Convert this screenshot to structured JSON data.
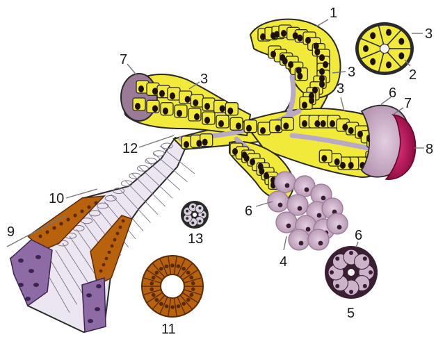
{
  "colors": {
    "serous": "#f2ea3a",
    "serous_dark": "#b8a800",
    "outline": "#2a2a2a",
    "nucleus": "#1c1010",
    "mucous": "#cdb3c9",
    "mucous_nucleus": "#3a1f33",
    "myoepi": "#9a7a96",
    "duct_light": "#ddd6e6",
    "duct_line": "#7a6f8a",
    "striated": "#b8620e",
    "striated_dark": "#5a2a04",
    "lumen_pale": "#f7f3f7",
    "stratified": "#8f6ba6",
    "crimson": "#c4145a"
  },
  "labels": [
    {
      "id": "label-1",
      "text": "1"
    },
    {
      "id": "label-2",
      "text": "2"
    },
    {
      "id": "label-3-top-right",
      "text": "3"
    },
    {
      "id": "label-3-upper",
      "text": "3"
    },
    {
      "id": "label-3-left",
      "text": "3"
    },
    {
      "id": "label-3-right",
      "text": "3"
    },
    {
      "id": "label-4",
      "text": "4"
    },
    {
      "id": "label-5",
      "text": "5"
    },
    {
      "id": "label-6-right",
      "text": "6"
    },
    {
      "id": "label-6-mid",
      "text": "6"
    },
    {
      "id": "label-6-bottom",
      "text": "6"
    },
    {
      "id": "label-7-left",
      "text": "7"
    },
    {
      "id": "label-7-right",
      "text": "7"
    },
    {
      "id": "label-8",
      "text": "8"
    },
    {
      "id": "label-9",
      "text": "9"
    },
    {
      "id": "label-10",
      "text": "10"
    },
    {
      "id": "label-11",
      "text": "11"
    },
    {
      "id": "label-12",
      "text": "12"
    },
    {
      "id": "label-13",
      "text": "13"
    }
  ]
}
